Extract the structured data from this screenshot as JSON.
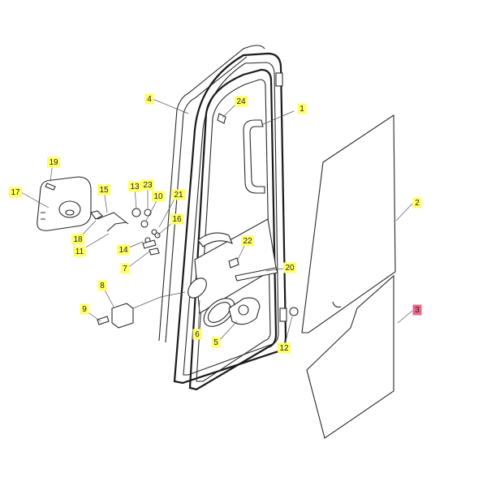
{
  "colors": {
    "callout_fill": "#ffff66",
    "callout_highlight": "#ee6688",
    "line": "#2a2a2a"
  },
  "callouts": [
    {
      "id": "1",
      "label": "1"
    },
    {
      "id": "2",
      "label": "2"
    },
    {
      "id": "3",
      "label": "3",
      "highlighted": true
    },
    {
      "id": "4",
      "label": "4"
    },
    {
      "id": "5",
      "label": "5"
    },
    {
      "id": "6",
      "label": "6"
    },
    {
      "id": "7",
      "label": "7"
    },
    {
      "id": "8",
      "label": "8"
    },
    {
      "id": "9",
      "label": "9"
    },
    {
      "id": "10",
      "label": "10"
    },
    {
      "id": "11",
      "label": "11"
    },
    {
      "id": "12",
      "label": "12"
    },
    {
      "id": "13",
      "label": "13"
    },
    {
      "id": "14",
      "label": "14"
    },
    {
      "id": "15",
      "label": "15"
    },
    {
      "id": "16",
      "label": "16"
    },
    {
      "id": "17",
      "label": "17"
    },
    {
      "id": "18",
      "label": "18"
    },
    {
      "id": "19",
      "label": "19"
    },
    {
      "id": "20",
      "label": "20"
    },
    {
      "id": "21",
      "label": "21"
    },
    {
      "id": "22",
      "label": "22"
    },
    {
      "id": "23",
      "label": "23"
    },
    {
      "id": "24",
      "label": "24"
    }
  ]
}
